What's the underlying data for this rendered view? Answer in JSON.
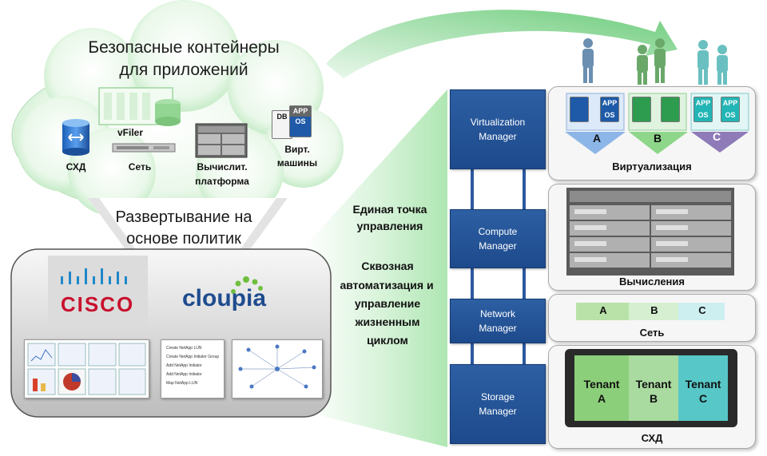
{
  "cloud": {
    "title_line1": "Безопасные контейнеры",
    "title_line2": "для приложений",
    "storage_label": "СХД",
    "vfiler_label": "vFiler",
    "network_label": "Сеть",
    "compute_label_line1": "Вычислит.",
    "compute_label_line2": "платформа",
    "vm_label_line1": "Вирт.",
    "vm_label_line2": "машины",
    "vm_db": "DB",
    "vm_app": "APP",
    "vm_os": "OS"
  },
  "policy": {
    "line1": "Развертывание на",
    "line2": "основе политик"
  },
  "brands": {
    "cisco": "CISCO",
    "cloupia": "cloupia"
  },
  "workflow": [
    "Create NetApp LUN",
    "Create NetApp Initiator Group",
    "Add NetApp Initiator",
    "Add NetApp Initiator",
    "Map NetApp LUN"
  ],
  "middle": {
    "single_point_line1": "Единая точка",
    "single_point_line2": "управления",
    "automation_line1": "Сквозная",
    "automation_line2": "автоматизация  и",
    "automation_line3": "управление",
    "automation_line4": "жизненным",
    "automation_line5": "циклом"
  },
  "managers": {
    "virtualization_line1": "Virtualization",
    "virtualization_line2": "Manager",
    "compute_line1": "Compute",
    "compute_line2": "Manager",
    "network_line1": "Network",
    "network_line2": "Manager",
    "storage_line1": "Storage",
    "storage_line2": "Manager"
  },
  "panels": {
    "virtualization": "Виртуализация",
    "compute": "Вычисления",
    "network": "Сеть",
    "storage": "СХД"
  },
  "tenants": {
    "a": "A",
    "b": "B",
    "c": "C",
    "tenant_word": "Tenant"
  },
  "vm_tiles": {
    "app": "APP",
    "os": "OS"
  },
  "colors": {
    "manager_blue": "#2d5fa3",
    "tenant_a": "#7aa7e0",
    "tenant_b": "#7fcf7a",
    "tenant_c": "#8e7bb8",
    "tenant_c_teal": "#49c3c6",
    "arrow_green": "#6ccf7a"
  }
}
